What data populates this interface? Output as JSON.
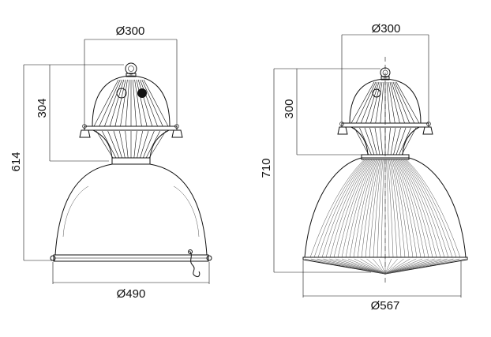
{
  "lamp_left": {
    "top_diameter": "Ø300",
    "upper_height": "304",
    "total_height": "614",
    "bottom_diameter": "Ø490"
  },
  "lamp_right": {
    "top_diameter": "Ø300",
    "upper_height": "300",
    "total_height": "710",
    "bottom_diameter": "Ø567"
  },
  "colors": {
    "line": "#111111",
    "background": "#ffffff"
  }
}
